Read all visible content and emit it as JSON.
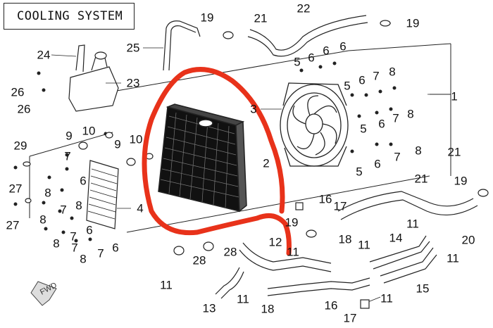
{
  "title": "COOLING SYSTEM",
  "forward_marker": "FWD",
  "highlight_color": "#e8321a",
  "line_color": "#222222",
  "callouts": [
    {
      "id": "c1",
      "text": "1"
    },
    {
      "id": "c2",
      "text": "2"
    },
    {
      "id": "c3",
      "text": "3"
    },
    {
      "id": "c4",
      "text": "4"
    },
    {
      "id": "c5a",
      "text": "5"
    },
    {
      "id": "c5b",
      "text": "5"
    },
    {
      "id": "c5c",
      "text": "5"
    },
    {
      "id": "c5d",
      "text": "5"
    },
    {
      "id": "c6a",
      "text": "6"
    },
    {
      "id": "c6b",
      "text": "6"
    },
    {
      "id": "c6c",
      "text": "6"
    },
    {
      "id": "c6d",
      "text": "6"
    },
    {
      "id": "c6e",
      "text": "6"
    },
    {
      "id": "c6f",
      "text": "6"
    },
    {
      "id": "c6g",
      "text": "6"
    },
    {
      "id": "c6h",
      "text": "6"
    },
    {
      "id": "c6i",
      "text": "6"
    },
    {
      "id": "c7a",
      "text": "7"
    },
    {
      "id": "c7b",
      "text": "7"
    },
    {
      "id": "c7c",
      "text": "7"
    },
    {
      "id": "c7d",
      "text": "7"
    },
    {
      "id": "c7e",
      "text": "7"
    },
    {
      "id": "c7f",
      "text": "7"
    },
    {
      "id": "c7g",
      "text": "7"
    },
    {
      "id": "c7h",
      "text": "7"
    },
    {
      "id": "c8a",
      "text": "8"
    },
    {
      "id": "c8b",
      "text": "8"
    },
    {
      "id": "c8c",
      "text": "8"
    },
    {
      "id": "c8d",
      "text": "8"
    },
    {
      "id": "c8e",
      "text": "8"
    },
    {
      "id": "c8f",
      "text": "8"
    },
    {
      "id": "c8g",
      "text": "8"
    },
    {
      "id": "c8h",
      "text": "8"
    },
    {
      "id": "c9a",
      "text": "9"
    },
    {
      "id": "c9b",
      "text": "9"
    },
    {
      "id": "c10a",
      "text": "10"
    },
    {
      "id": "c10b",
      "text": "10"
    },
    {
      "id": "c11a",
      "text": "11"
    },
    {
      "id": "c11b",
      "text": "11"
    },
    {
      "id": "c11c",
      "text": "11"
    },
    {
      "id": "c11d",
      "text": "11"
    },
    {
      "id": "c11e",
      "text": "11"
    },
    {
      "id": "c11f",
      "text": "11"
    },
    {
      "id": "c11g",
      "text": "11"
    },
    {
      "id": "c12",
      "text": "12"
    },
    {
      "id": "c13",
      "text": "13"
    },
    {
      "id": "c14",
      "text": "14"
    },
    {
      "id": "c15",
      "text": "15"
    },
    {
      "id": "c16a",
      "text": "16"
    },
    {
      "id": "c16b",
      "text": "16"
    },
    {
      "id": "c17a",
      "text": "17"
    },
    {
      "id": "c17b",
      "text": "17"
    },
    {
      "id": "c18a",
      "text": "18"
    },
    {
      "id": "c18b",
      "text": "18"
    },
    {
      "id": "c19a",
      "text": "19"
    },
    {
      "id": "c19b",
      "text": "19"
    },
    {
      "id": "c19c",
      "text": "19"
    },
    {
      "id": "c19d",
      "text": "19"
    },
    {
      "id": "c20",
      "text": "20"
    },
    {
      "id": "c21a",
      "text": "21"
    },
    {
      "id": "c21b",
      "text": "21"
    },
    {
      "id": "c21c",
      "text": "21"
    },
    {
      "id": "c22",
      "text": "22"
    },
    {
      "id": "c23",
      "text": "23"
    },
    {
      "id": "c24",
      "text": "24"
    },
    {
      "id": "c25",
      "text": "25"
    },
    {
      "id": "c26a",
      "text": "26"
    },
    {
      "id": "c26b",
      "text": "26"
    },
    {
      "id": "c27a",
      "text": "27"
    },
    {
      "id": "c27b",
      "text": "27"
    },
    {
      "id": "c28a",
      "text": "28"
    },
    {
      "id": "c28b",
      "text": "28"
    },
    {
      "id": "c29",
      "text": "29"
    }
  ]
}
